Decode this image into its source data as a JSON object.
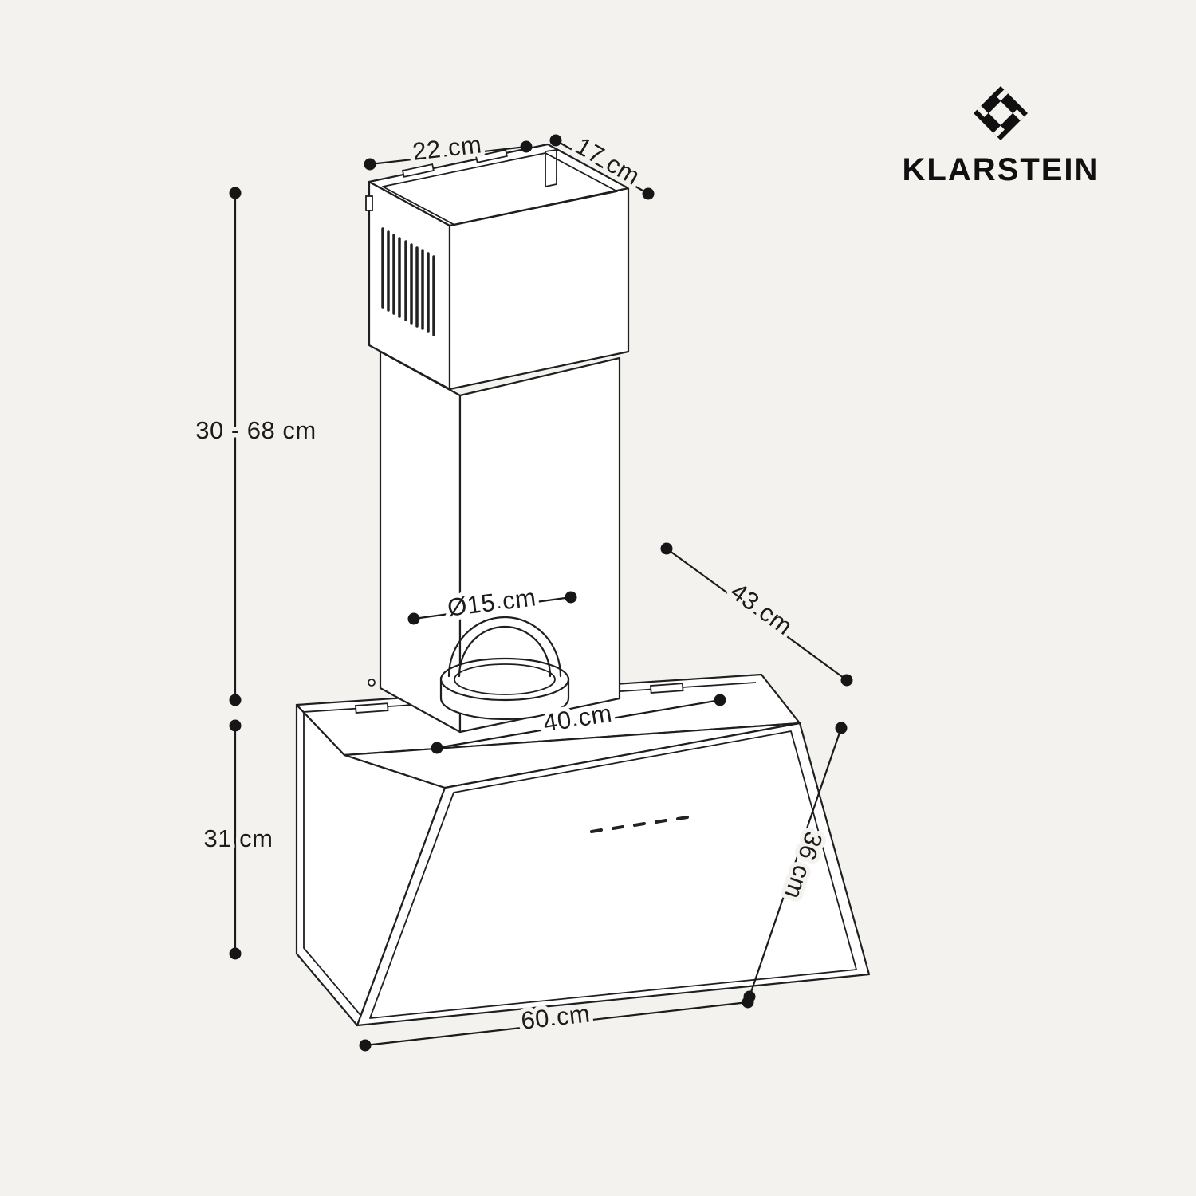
{
  "colors": {
    "background": "#f4f2ef",
    "line": "#1b1b1b",
    "brand": "#101010"
  },
  "brand": {
    "name": "KLARSTEIN",
    "logo_icon": "klarstein-diamond"
  },
  "dims": {
    "chimney_width": "22 cm",
    "chimney_depth": "17 cm",
    "chimney_height_range": "30 - 68 cm",
    "duct_diameter": "Ø15 cm",
    "hood_depth": "43 cm",
    "inner_width": "40 cm",
    "body_height": "31 cm",
    "glass_height": "36 cm",
    "hood_width": "60 cm"
  }
}
